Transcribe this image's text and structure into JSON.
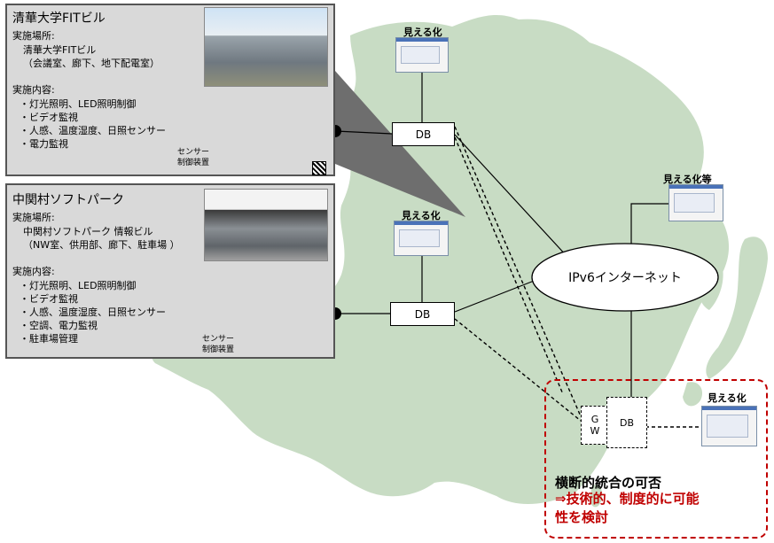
{
  "site1": {
    "title": "清華大学FITビル",
    "location_label": "実施場所:",
    "location_lines": "清華大学FITビル\n（会議室、廊下、地下配電室）",
    "content_label": "実施内容:",
    "items": "・灯光照明、LED照明制御\n・ビデオ監視\n・人感、温度湿度、日照センサー\n・電力監視",
    "sensor_label": "センサー\n制御装置"
  },
  "site2": {
    "title": "中関村ソフトパーク",
    "location_label": "実施場所:",
    "location_lines": "中関村ソフトパーク 情報ビル\n（NW室、供用部、廊下、駐車場 ）",
    "content_label": "実施内容:",
    "items": "・灯光照明、LED照明制御\n・ビデオ監視\n・人感、温度湿度、日照センサー\n・空調、電力監視\n・駐車場管理",
    "sensor_label": "センサー\n制御装置"
  },
  "nodes": {
    "db1": "DB",
    "db2": "DB",
    "db3": "DB",
    "gw": "G\nW",
    "internet": "IPv6インターネット"
  },
  "visualization": {
    "v1": "見える化",
    "v2": "見える化",
    "v3": "見える化等",
    "v4": "見える化"
  },
  "integration": {
    "headline": "横断的統合の可否",
    "detail": "⇒技術的、制度的に可能\n性を検討"
  },
  "colors": {
    "map": "#c8dcc4",
    "panel": "#d9d9d9",
    "accent_red": "#c00000"
  }
}
